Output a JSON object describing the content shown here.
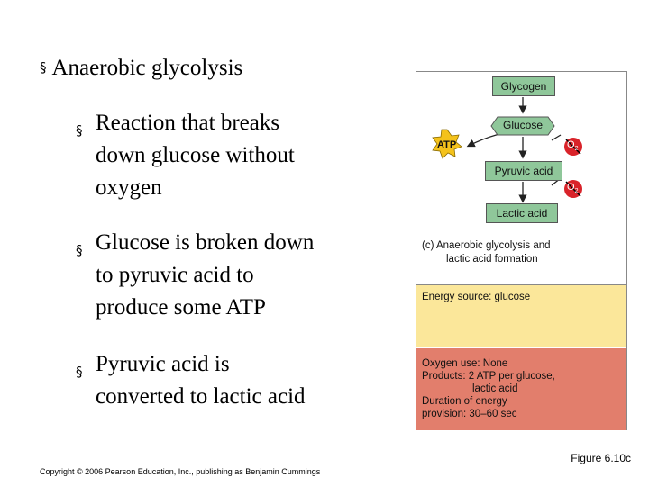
{
  "bullet_char": "§",
  "main_bullet": "Anaerobic glycolysis",
  "sub_bullets": [
    [
      "Reaction that breaks",
      "down glucose without",
      "oxygen"
    ],
    [
      "Glucose is broken down",
      "to pyruvic acid to",
      "produce some ATP"
    ],
    [
      "Pyruvic acid is",
      "converted to lactic acid"
    ]
  ],
  "figure": {
    "glycogen": "Glycogen",
    "glucose": "Glucose",
    "atp": "ATP",
    "pyruvic_acid": "Pyruvic acid",
    "lactic_acid": "Lactic acid",
    "o2_symbol": "O",
    "o2_sub": "2",
    "caption_lines": [
      "(c) Anaerobic glycolysis and",
      "lactic acid formation"
    ],
    "energy_source": "Energy source: glucose",
    "info_lines": [
      "Oxygen use: None",
      "Products: 2 ATP per glucose,",
      "lactic acid",
      "Duration of energy",
      "provision: 30–60 sec"
    ],
    "colors": {
      "green_box": "#8fc79a",
      "yellow_panel": "#fbe79a",
      "red_panel": "#e27e6c",
      "atp_star": "#f4c21b",
      "o2_circle": "#d9232a"
    }
  },
  "figure_ref": "Figure 6.10c",
  "copyright": "Copyright © 2006 Pearson Education, Inc., publishing as Benjamin Cummings"
}
